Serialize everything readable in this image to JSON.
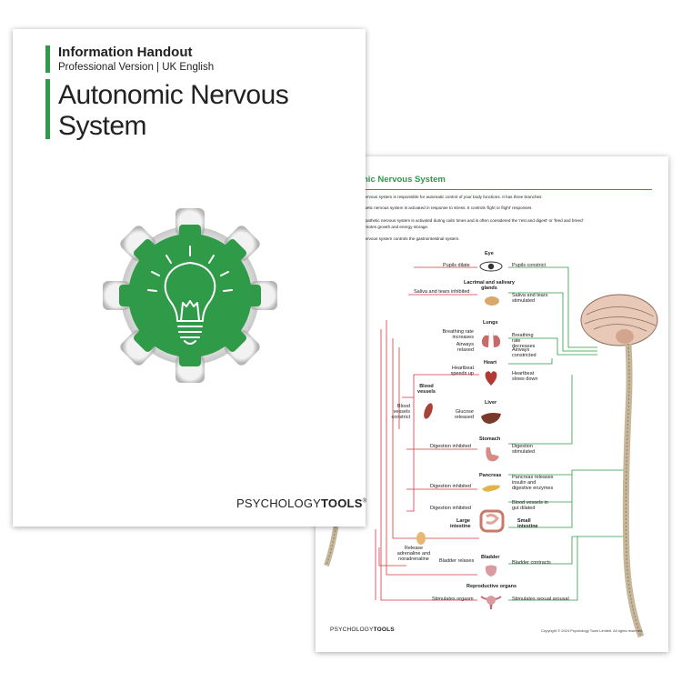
{
  "cover": {
    "header": "Information Handout",
    "subheader": "Professional Version | UK English",
    "title_line1": "Autonomic Nervous",
    "title_line2": "System",
    "brand_a": "PSYCHOLOGY",
    "brand_b": "TOOLS",
    "brand_mark": "®",
    "accent": "#2f9a48"
  },
  "handout": {
    "title": "nic Nervous System",
    "intro_lines": [
      "nervous system is responsible for automatic control of your body functions. It has three branches:",
      "thetic nervous system is activated in response to stress. It controls 'fight or flight' responses.",
      "apathetic nervous system is activated during calm times and is often considered the 'rest and digest' or 'feed and breed'",
      "omotes growth and energy storage.",
      "nervous system controls the gastrointestinal system."
    ],
    "organs": {
      "eye": "Eye",
      "lacrimal": "Lacrimal and salivary glands",
      "lungs": "Lungs",
      "heart": "Heart",
      "blood_vessels": "Blood vessels",
      "liver": "Liver",
      "stomach": "Stomach",
      "pancreas": "Pancreas",
      "large_intestine": "Large intestine",
      "small_intestine": "Small intestine",
      "bladder": "Bladder",
      "reproductive": "Reproductive organs"
    },
    "sympathetic_labels": {
      "pupils": "Pupils dilate",
      "saliva": "Saliva and tears inhibited",
      "breathing": "Breathing rate increases",
      "airways": "Airways relaxed",
      "heartbeat": "Heartbeat speeds up",
      "vessels": "Blood vessels constrict",
      "glucose": "Glucose released",
      "digestion1": "Digestion inhibited",
      "digestion2": "Digestion inhibited",
      "digestion3": "Digestion inhibited",
      "adrenaline": "Release adrenaline and noradrenaline",
      "bladder": "Bladder relaxes",
      "orgasm": "Stimulates orgasm"
    },
    "parasympathetic_labels": {
      "pupils": "Pupils constrict",
      "saliva": "Saliva and tears stimulated",
      "breathing": "Breathing rate decreases",
      "airways": "Airways constricted",
      "heartbeat": "Heartbeat slows down",
      "digestion": "Digestion stimulated",
      "pancreas": "Pancreas releases insulin and digestive enzymes",
      "gut": "Blood vessels in gut dilated",
      "bladder": "Bladder contracts",
      "arousal": "Stimulates sexual arousal"
    },
    "footer_brand_a": "PSYCHOLOGY",
    "footer_brand_b": "TOOLS",
    "copyright": "Copyright © 2024 Psychology Tools Limited. All rights reserved.",
    "sympathetic_color": "#d9363e",
    "parasympathetic_color": "#2f9a48"
  }
}
